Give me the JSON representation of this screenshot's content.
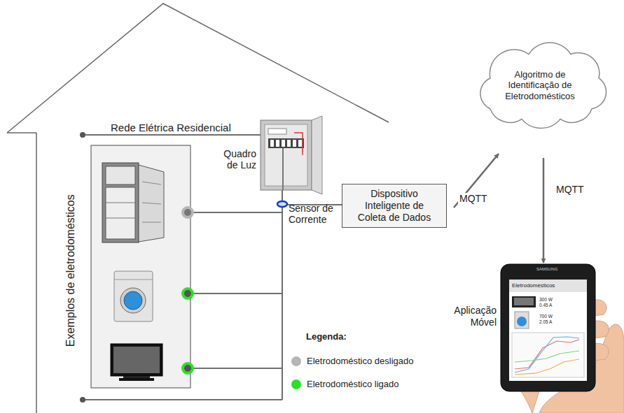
{
  "diagram": {
    "nodes": [
      {
        "text": [
          "Dispositivo Inteligente de Coleta de Dados"
        ]
      },
      {
        "text": [
          "Algoritmo de Identificação de Eletrodomésticos"
        ]
      },
      {
        "text": [
          "Aplicação Móvel"
        ]
      }
    ],
    "edges": [
      {
        "from": 0,
        "to": 1,
        "label": "MQTT",
        "arrow": "to"
      },
      {
        "from": 1,
        "to": 2,
        "label": "MQTT",
        "arrow": "to"
      }
    ],
    "labels": [
      "Rede Elétrica Residencial",
      "Quadro de Luz",
      "Sensor de Corrente",
      "Exemplos de eletrodomésticos",
      "Legenda:",
      "SAMSUNG",
      "Eletrodomésticos",
      "300 W",
      "0.45 A",
      "700 W",
      "2.05 A"
    ],
    "legend": [
      {
        "text": "Eletrodoméstico desligado",
        "color": "#b5b5b5"
      },
      {
        "text": "Eletrodoméstico ligado",
        "color": "#2de02d"
      }
    ]
  }
}
